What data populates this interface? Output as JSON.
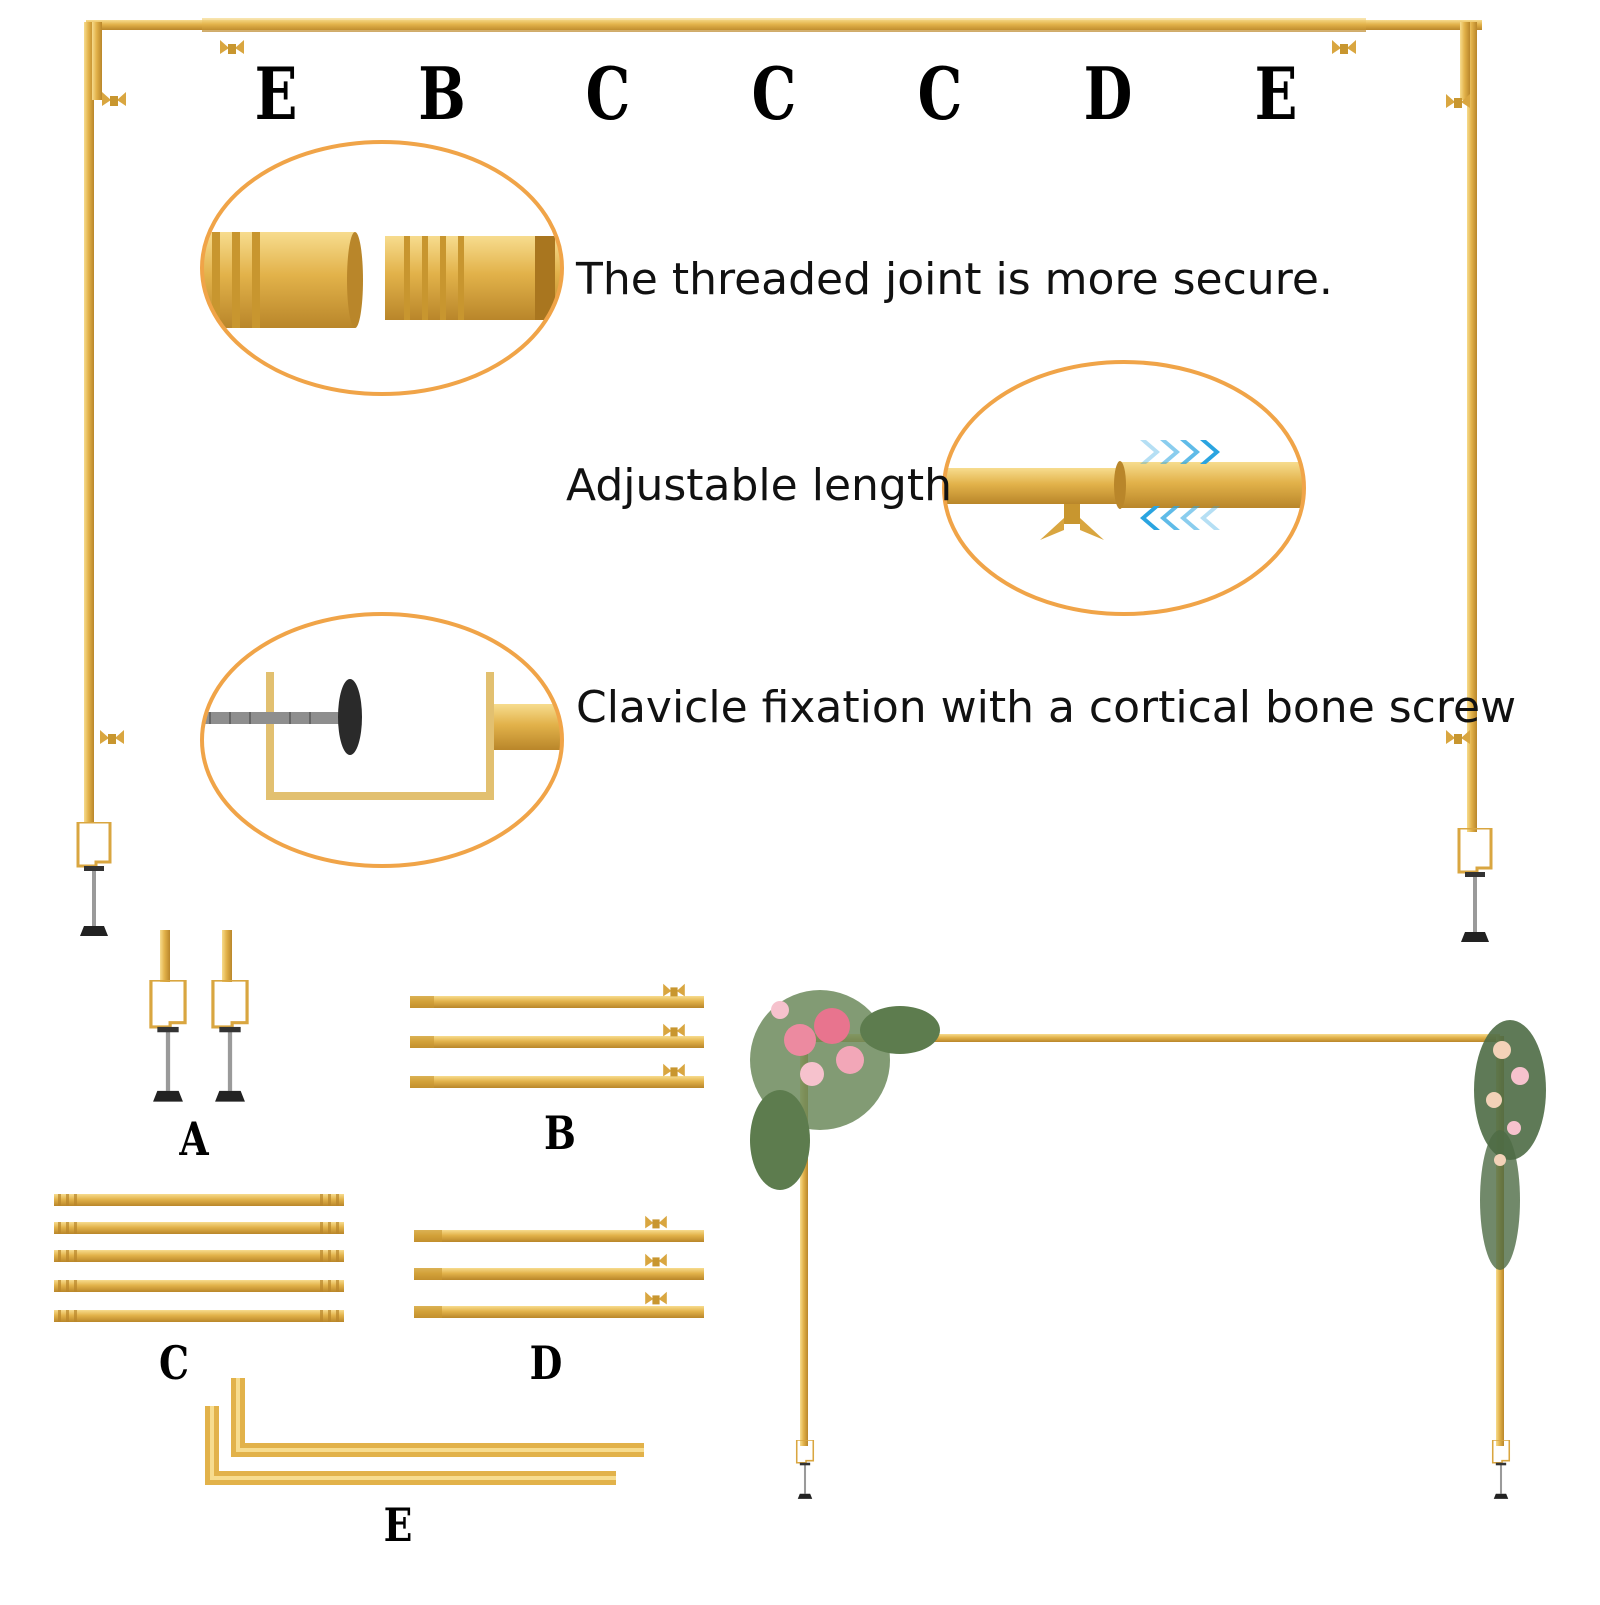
{
  "colors": {
    "gold": "#e2b24a",
    "gold_light": "#f4d27d",
    "gold_dark": "#b9862a",
    "ellipse_outline": "#f0a448",
    "arrow_blue": "#2aa4e0",
    "text": "#111111"
  },
  "segment_letters": [
    "E",
    "B",
    "C",
    "C",
    "C",
    "D",
    "E"
  ],
  "features": [
    {
      "icon": "threaded-joint-closeup",
      "caption": "The threaded joint is more secure."
    },
    {
      "icon": "adjustable-length-closeup",
      "caption": "Adjustable length"
    },
    {
      "icon": "clamp-base-closeup",
      "caption": "Clavicle fixation with a cortical bone screw"
    }
  ],
  "parts": [
    {
      "label": "A",
      "count": 2,
      "item": "clamp-base"
    },
    {
      "label": "B",
      "count": 3,
      "item": "tube-with-wing-nut"
    },
    {
      "label": "C",
      "count": 5,
      "item": "threaded-tube"
    },
    {
      "label": "D",
      "count": 3,
      "item": "tube-with-wing-nut"
    },
    {
      "label": "E",
      "count": 2,
      "item": "corner-tube"
    }
  ]
}
